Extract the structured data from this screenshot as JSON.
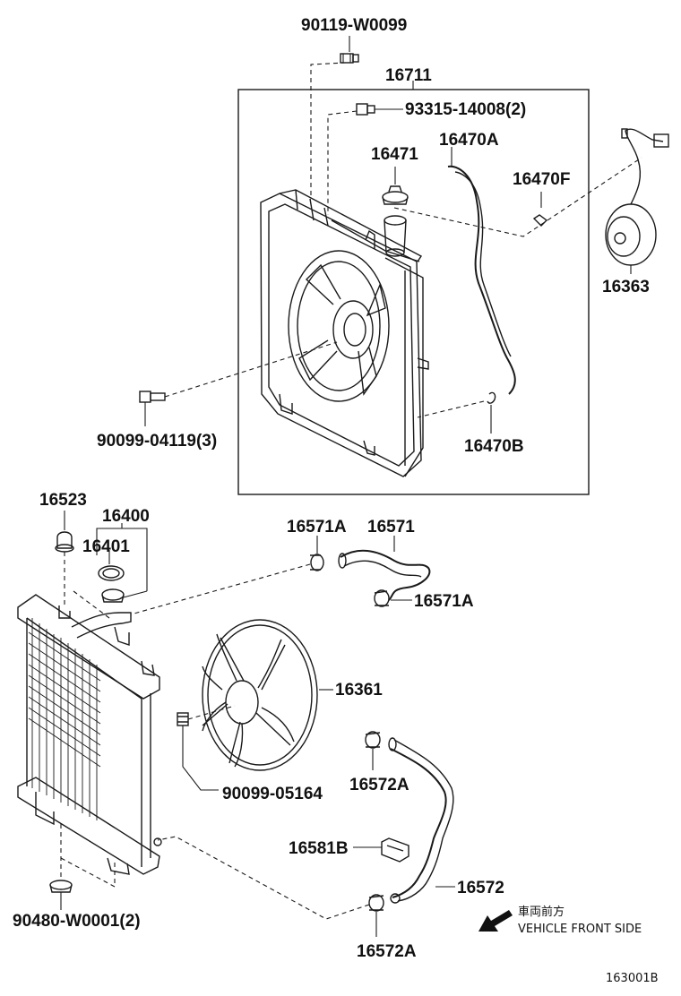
{
  "labels": {
    "p90119_w0099": "90119-W0099",
    "p16711": "16711",
    "p93315_14008": "93315-14008(2)",
    "p16470a": "16470A",
    "p16471": "16471",
    "p16470f": "16470F",
    "p16363": "16363",
    "p90099_04119": "90099-04119(3)",
    "p16470b": "16470B",
    "p16523": "16523",
    "p16400": "16400",
    "p16401": "16401",
    "p16571a_top": "16571A",
    "p16571": "16571",
    "p16571a_bottom": "16571A",
    "p16361": "16361",
    "p90099_05164": "90099-05164",
    "p16572a_top": "16572A",
    "p16581b": "16581B",
    "p16572": "16572",
    "p90480_w0001": "90480-W0001(2)",
    "p16572a_bottom": "16572A"
  },
  "direction": {
    "jp": "車両前方",
    "en": "VEHICLE FRONT SIDE"
  },
  "figure_id": "163001B"
}
